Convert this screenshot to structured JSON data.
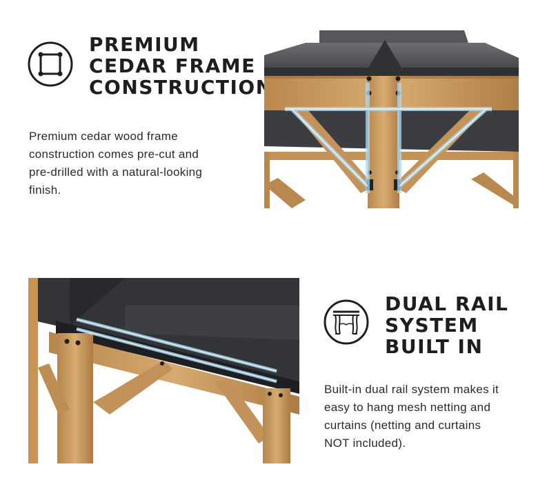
{
  "sections": [
    {
      "icon": "frame-construction-icon",
      "heading_lines": [
        "PREMIUM",
        "CEDAR FRAME",
        "CONSTRUCTION"
      ],
      "body_lines": [
        "Premium cedar wood frame",
        "construction comes pre-cut and",
        "pre-drilled with a natural-looking",
        "finish."
      ],
      "photo": "gazebo-frame-photo"
    },
    {
      "icon": "curtain-rail-icon",
      "heading_lines": [
        "DUAL RAIL",
        "SYSTEM",
        "BUILT IN"
      ],
      "body_lines": [
        "Built-in dual rail system makes it",
        "easy to hang mesh netting and",
        "curtains (netting and curtains",
        "NOT included)."
      ],
      "photo": "gazebo-rail-photo"
    }
  ],
  "colors": {
    "text": "#1e1e1e",
    "cedar": "#c89a5f",
    "roof": "#4a4c4f",
    "highlight": "#a9dcf5"
  }
}
